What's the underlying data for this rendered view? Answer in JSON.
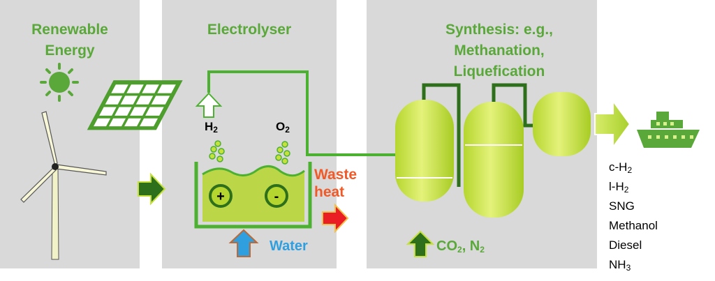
{
  "panels": {
    "renewable": {
      "title_line1": "Renewable",
      "title_line2": "Energy"
    },
    "electrolyser": {
      "title": "Electrolyser"
    },
    "synthesis": {
      "title_line1": "Synthesis: e.g.,",
      "title_line2": "Methanation,",
      "title_line3": "Liquefication"
    }
  },
  "labels": {
    "hydrogen": {
      "main": "H",
      "sub": "2"
    },
    "oxygen": {
      "main": "O",
      "sub": "2"
    },
    "waste_heat_line1": "Waste",
    "waste_heat_line2": "heat",
    "water": "Water",
    "inputs": {
      "co": "CO",
      "co_sub": "2",
      "sep": ", N",
      "n_sub": "2"
    },
    "electrode_plus": "+",
    "electrode_minus": "-"
  },
  "products": [
    {
      "main": "c-H",
      "sub": "2"
    },
    {
      "main": "l-H",
      "sub": "2"
    },
    {
      "main": "SNG",
      "sub": ""
    },
    {
      "main": "Methanol",
      "sub": ""
    },
    {
      "main": "Diesel",
      "sub": ""
    },
    {
      "main": "NH",
      "sub": "3"
    }
  ],
  "icons": {
    "sun": "sun-icon",
    "solar_panel": "solar-panel-icon",
    "wind_turbine": "wind-turbine-icon",
    "ship": "ship-icon"
  },
  "colors": {
    "panel_bg": "#d9d9d9",
    "title_green": "#5aa83a",
    "light_green": "#c6e03c",
    "dark_green": "#2e6f1c",
    "water_blue": "#2f9fe0",
    "waste_red": "#f05a28"
  }
}
